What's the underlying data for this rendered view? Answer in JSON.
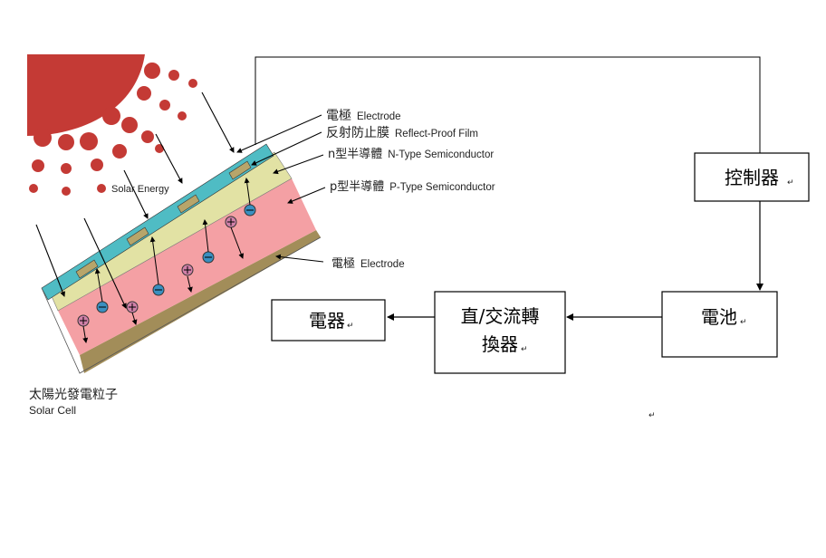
{
  "solar_energy_label": "Solar Energy",
  "layers": {
    "electrode_top_cn": "電極",
    "electrode_top_en": "Electrode",
    "reflect_proof_cn": "反射防止膜",
    "reflect_proof_en": "Reflect-Proof Film",
    "n_type_cn": "n型半導體",
    "n_type_en": "N-Type Semiconductor",
    "p_type_cn": "p型半導體",
    "p_type_en": "P-Type Semiconductor",
    "electrode_bottom_cn": "電極",
    "electrode_bottom_en": "Electrode"
  },
  "solar_cell_cn": "太陽光發電粒子",
  "solar_cell_en": "Solar Cell",
  "boxes": {
    "controller": "控制器",
    "battery": "電池",
    "converter_line1": "直/交流轉",
    "converter_line2": "換器",
    "appliance": "電器"
  },
  "para_mark": "↵",
  "colors": {
    "sun": "#c43a35",
    "electrode": "#b7a56a",
    "reflect_film": "#4fbcc4",
    "n_type": "#e2e2a4",
    "p_type": "#f4a0a4",
    "bottom_electrode": "#a28d59"
  }
}
